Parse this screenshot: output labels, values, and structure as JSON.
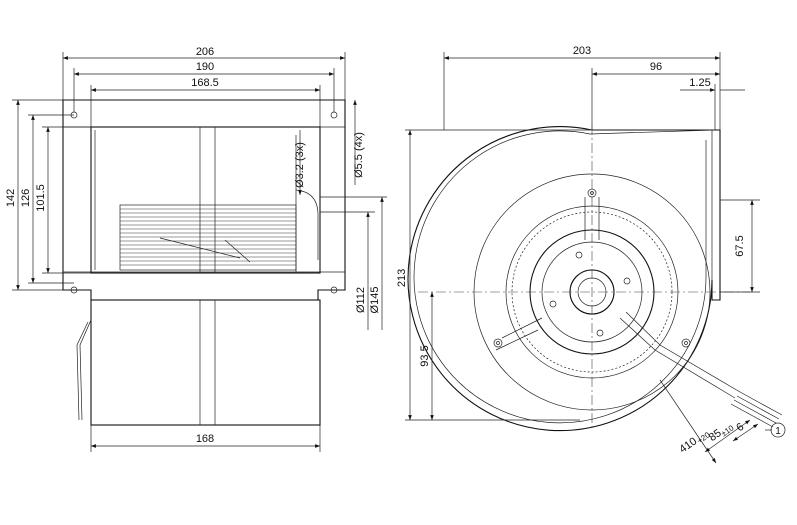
{
  "drawing": {
    "views": {
      "side": {
        "horizontal_dims": {
          "overall_width": "206",
          "mount_hole_spacing": "190",
          "housing_width": "168.5",
          "outlet_width": "168"
        },
        "vertical_dims": {
          "overall_height": "142",
          "mount_hole_spacing": "126",
          "housing_height": "101.5"
        },
        "callouts": {
          "motor_mount_holes": "Ø3.2 (3x)",
          "flange_holes": "Ø5.5 (4x)",
          "motor_diameter": "Ø112",
          "inlet_diameter": "Ø145"
        }
      },
      "front": {
        "horizontal_dims": {
          "overall_width": "203",
          "center_to_outlet": "96",
          "flange_thickness": "1.25"
        },
        "vertical_dims": {
          "overall_height": "213",
          "outlet_offset": "67.5",
          "center_height": "93.5"
        },
        "cable": {
          "lead_length": "410",
          "lead_tolerance": "+20",
          "strip_length": "85",
          "strip_tolerance": "±10",
          "end_length": "6",
          "balloon": "1"
        }
      }
    }
  }
}
